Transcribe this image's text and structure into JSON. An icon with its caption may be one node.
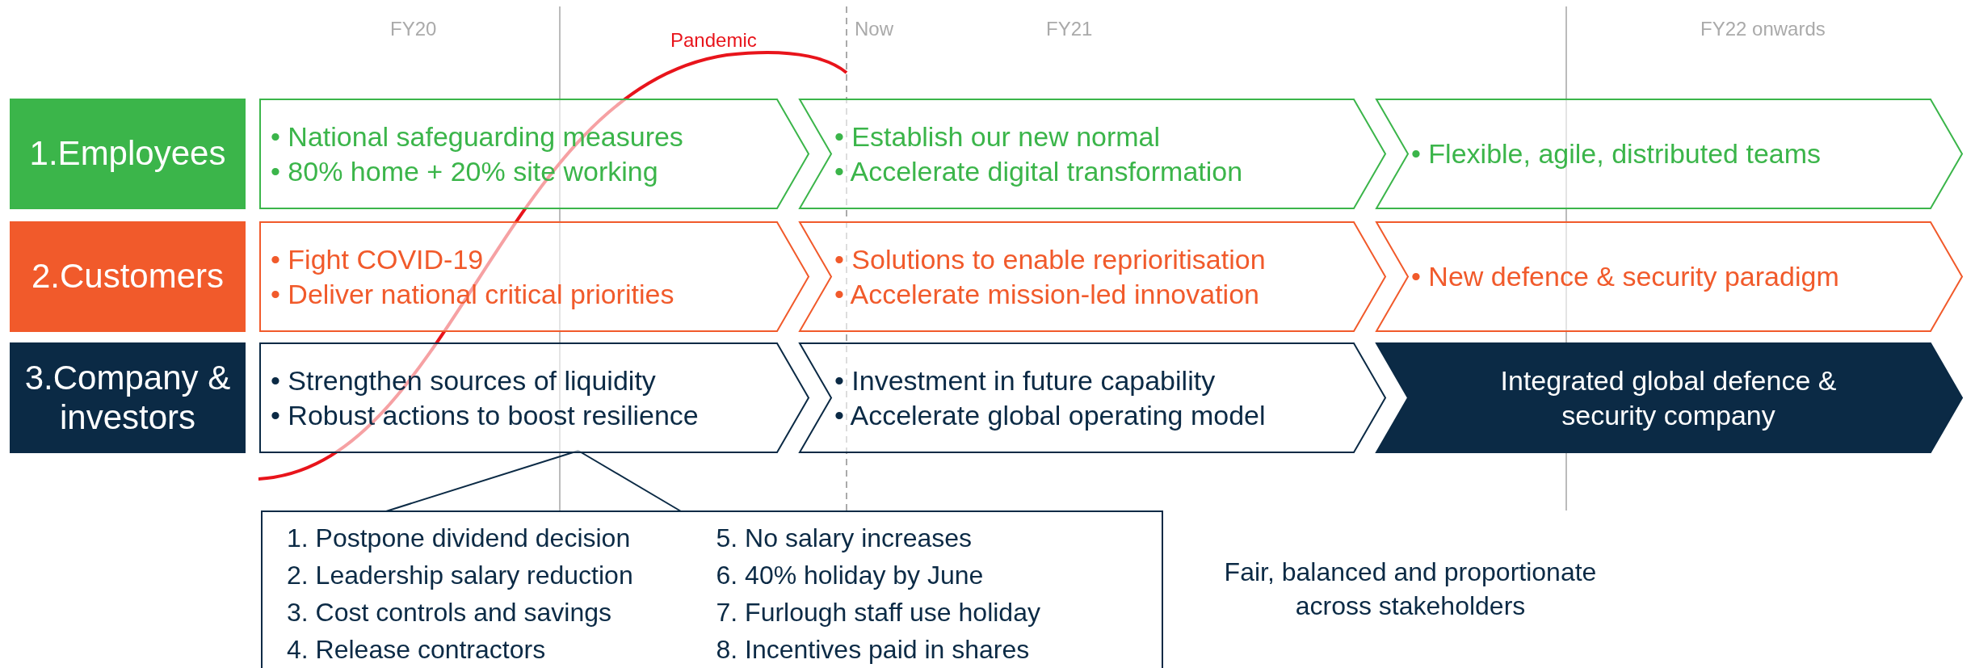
{
  "diagram": {
    "nodes": [
      {
        "text": [
          "1.Employees"
        ]
      },
      {
        "text": [
          "• National safeguarding measures",
          "• 80% home + 20% site working"
        ]
      },
      {
        "text": [
          "• Establish our new normal",
          "• Accelerate digital transformation"
        ]
      },
      {
        "text": [
          "• Flexible, agile, distributed teams"
        ]
      },
      {
        "text": [
          "2.Customers"
        ]
      },
      {
        "text": [
          "• Fight COVID-19",
          "• Deliver national critical priorities"
        ]
      },
      {
        "text": [
          "• Solutions to enable reprioritisation",
          "• Accelerate mission-led innovation"
        ]
      },
      {
        "text": [
          "• New defence & security paradigm"
        ]
      },
      {
        "text": [
          "3.Company & investors"
        ]
      },
      {
        "text": [
          "• Strengthen sources of liquidity",
          "• Robust actions to boost resilience"
        ]
      },
      {
        "text": [
          "• Investment in future capability",
          "• Accelerate global operating model"
        ]
      },
      {
        "text": [
          "Integrated global defence & security company"
        ]
      },
      {
        "text": [
          "1. Postpone dividend decision",
          "2. Leadership salary reduction",
          "3. Cost controls and savings",
          "4. Release contractors",
          "5. No salary increases",
          "6. 40% holiday by June",
          "7. Furlough staff use holiday",
          "8. Incentives paid in shares"
        ]
      }
    ],
    "edges": [
      {
        "from": 9,
        "to": 12,
        "arrow": "none"
      }
    ],
    "labels": [
      "FY20",
      "Pandemic",
      "Now",
      "FY21",
      "FY22 onwards",
      "Fair, balanced and proportionate across stakeholders"
    ]
  }
}
